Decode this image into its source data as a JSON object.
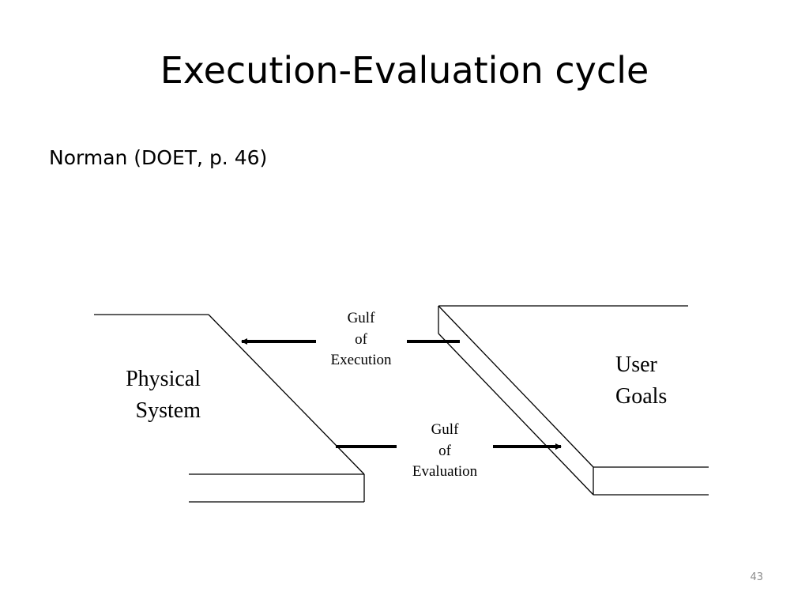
{
  "slide": {
    "title": "Execution-Evaluation cycle",
    "subtitle": "Norman (DOET, p. 46)",
    "page_number": "43"
  },
  "diagram": {
    "left_block": {
      "label_line1": "Physical",
      "label_line2": "System"
    },
    "right_block": {
      "label_line1": "User",
      "label_line2": "Goals"
    },
    "gulf_execution": {
      "line1": "Gulf",
      "line2": "of",
      "line3": "Execution",
      "arrow_direction": "left"
    },
    "gulf_evaluation": {
      "line1": "Gulf",
      "line2": "of",
      "line3": "Evaluation",
      "arrow_direction": "right"
    },
    "colors": {
      "stroke": "#000000",
      "background": "#ffffff",
      "page_number": "#8c8c8c"
    }
  }
}
